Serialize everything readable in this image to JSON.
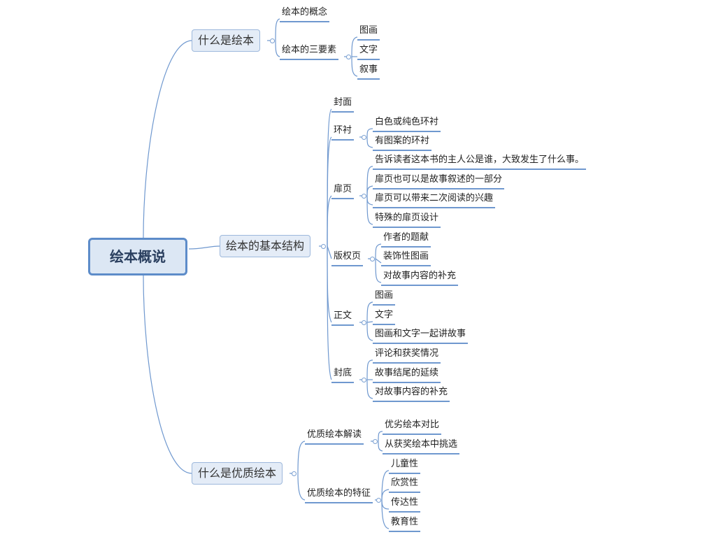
{
  "root": "绘本概说",
  "b1": {
    "label": "什么是绘本",
    "c1": "绘本的概念",
    "c2": {
      "label": "绘本的三要素",
      "items": [
        "图画",
        "文字",
        "叙事"
      ]
    }
  },
  "b2": {
    "label": "绘本的基本结构",
    "cover": "封面",
    "endpaper": {
      "label": "环衬",
      "items": [
        "白色或纯色环衬",
        "有图案的环衬"
      ]
    },
    "title_page": {
      "label": "扉页",
      "items": [
        "告诉读者这本书的主人公是谁，大致发生了什么事。",
        "扉页也可以是故事叙述的一部分",
        "扉页可以带来二次阅读的兴趣",
        "特殊的扉页设计"
      ]
    },
    "copyright": {
      "label": "版权页",
      "items": [
        "作者的题献",
        "装饰性图画",
        "对故事内容的补充"
      ]
    },
    "body": {
      "label": "正文",
      "items": [
        "图画",
        "文字",
        "图画和文字一起讲故事"
      ]
    },
    "back": {
      "label": "封底",
      "items": [
        "评论和获奖情况",
        "故事结尾的延续",
        "对故事内容的补充"
      ]
    }
  },
  "b3": {
    "label": "什么是优质绘本",
    "c1": {
      "label": "优质绘本解读",
      "items": [
        "优劣绘本对比",
        "从获奖绘本中挑选"
      ]
    },
    "c2": {
      "label": "优质绘本的特征",
      "items": [
        "儿童性",
        "欣赏性",
        "传达性",
        "教育性"
      ]
    }
  }
}
